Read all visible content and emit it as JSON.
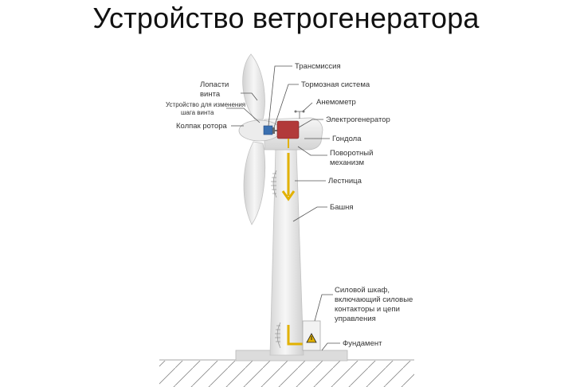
{
  "title": "Устройство ветрогенератора",
  "labels": {
    "blades": [
      "Лопасти",
      "винта"
    ],
    "pitch": [
      "Устройство для изменения",
      "шага винта"
    ],
    "hub": "Колпак ротора",
    "transmission": "Трансмиссия",
    "brake": "Тормозная система",
    "anemometer": "Анемометр",
    "generator": "Электрогенератор",
    "nacelle": "Гондола",
    "yaw": [
      "Поворотный",
      "механизм"
    ],
    "ladder": "Лестница",
    "tower": "Башня",
    "cabinet": [
      "Силовой шкаф,",
      "включающий силовые",
      "контакторы и цепи",
      "управления"
    ],
    "foundation": "Фундамент"
  },
  "colors": {
    "generator": "#b23a3a",
    "transmission": "#3a6fb0",
    "ladder": "#e2b100",
    "structure": "#eeeeee"
  },
  "icons": {
    "cabinet_warning": "warning-triangle-icon"
  }
}
